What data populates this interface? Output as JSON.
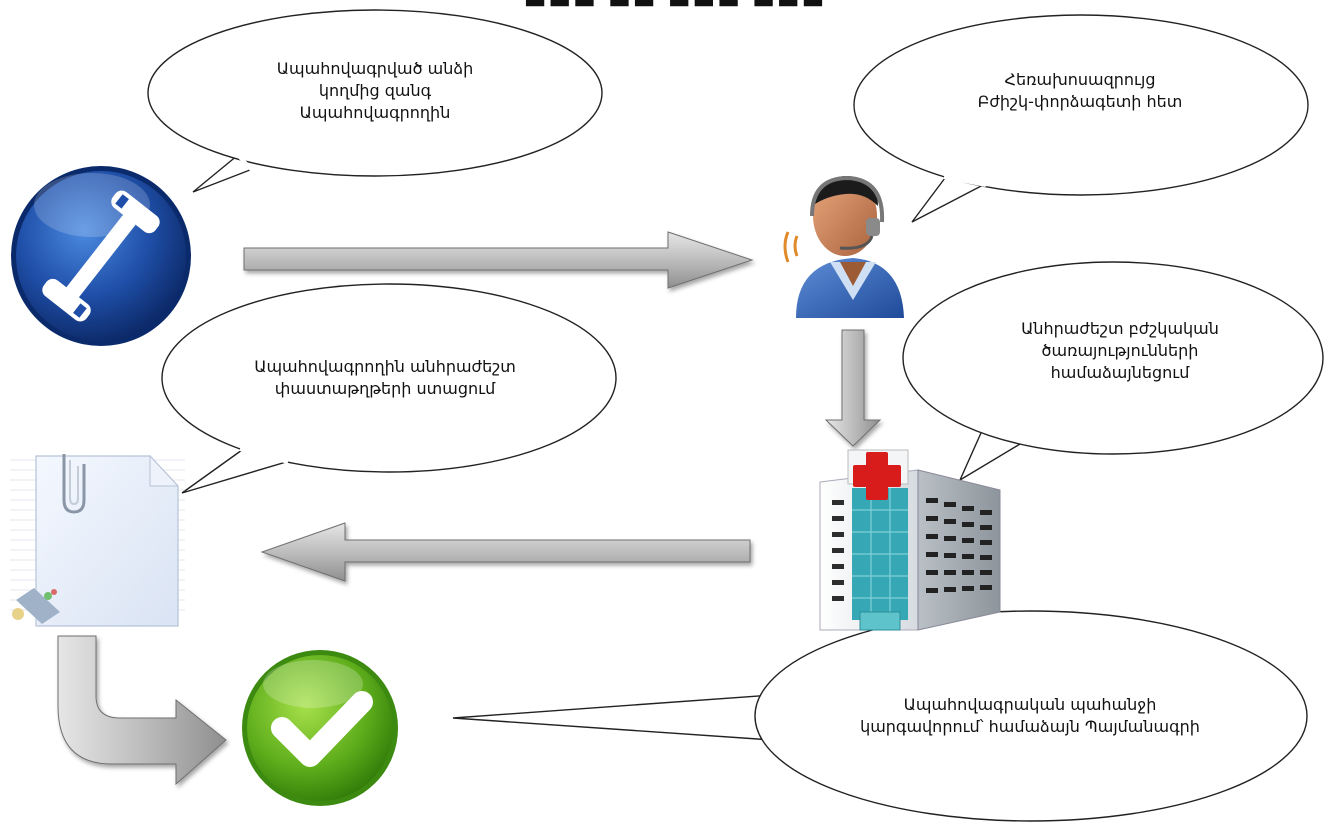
{
  "bubbles": {
    "call": {
      "lines": [
        "Ապահովագրված անձի",
        "կողմից զանգ",
        "Ապահովագրողին"
      ]
    },
    "consult": {
      "lines": [
        "Հեռախոսազրույց",
        "Բժիշկ-փորձագետի հետ"
      ]
    },
    "services": {
      "lines": [
        "Անհրաժեշտ բժշկական",
        "ծառայությունների",
        "համաձայնեցում"
      ]
    },
    "documents": {
      "lines": [
        "Ապահովագրողին անհրաժեշտ",
        "փաստաթղթերի ստացում"
      ]
    },
    "settlement": {
      "lines": [
        "Ապահովագրական պահանջի",
        "կարգավորում՝ համաձայն Պայմանագրի"
      ]
    }
  },
  "icons": {
    "phone": "phone-icon",
    "operator": "operator-headset-icon",
    "hospital": "hospital-icon",
    "document": "document-icon",
    "check": "checkmark-icon"
  },
  "colors": {
    "phone_blue": "#1f4fa8",
    "check_green": "#5fae1c",
    "arrow_gray": "#b9b9b9",
    "hospital_teal": "#36a8b5",
    "cross_red": "#d81c1c"
  }
}
